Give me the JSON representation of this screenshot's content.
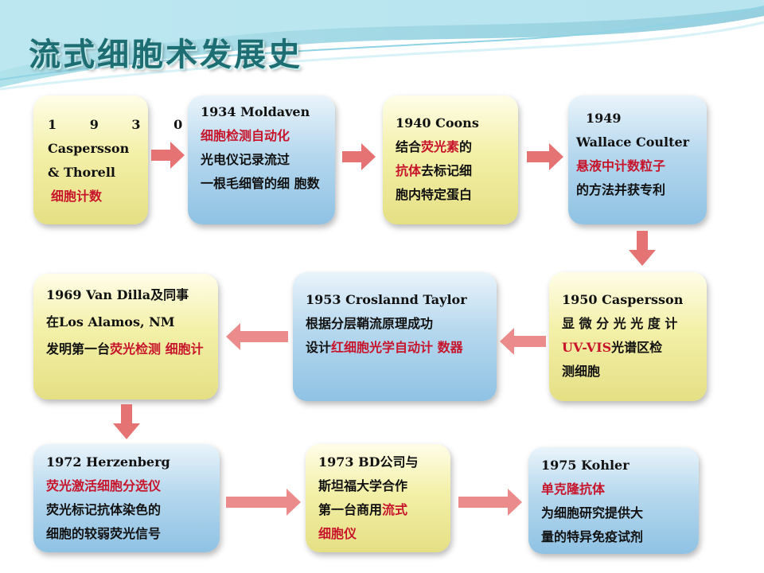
{
  "slide": {
    "title": "流式细胞术发展史"
  },
  "boxes": {
    "b1930": {
      "l1": "1 9 3 0",
      "l2": "Caspersson",
      "l3": "& Thorell",
      "l4_red": "细胞计数"
    },
    "b1934": {
      "l1": "1934  Moldaven",
      "l2_red": "细胞检测自动化",
      "l3": "光电仪记录流过",
      "l4": "一根毛细管的细",
      "l5": "胞数"
    },
    "b1940": {
      "l1": "1940     Coons",
      "l2a": "结合",
      "l2b_red": "荧光素",
      "l2c": "的",
      "l3a_red": "抗体",
      "l3b": "去标记细",
      "l4": "胞内特定蛋白"
    },
    "b1949": {
      "l1": "1949",
      "l2": "Wallace Coulter",
      "l3_red": "悬液中计数粒子",
      "l4": "的方法并获专利"
    },
    "b1950": {
      "l1": "1950  Caspersson",
      "l2": "显 微 分 光 光 度 计",
      "l3a_red": "UV-VIS",
      "l3b": "光谱区检",
      "l4": "测细胞"
    },
    "b1953": {
      "l1": "1953 Croslannd Taylor",
      "l2": "根据分层鞘流原理成功",
      "l3a": "设计",
      "l3b_red": "红细胞光学自动计",
      "l4_red": "数器"
    },
    "b1969": {
      "l1": "1969 Van Dilla及同事",
      "l2": "在Los  Alamos, NM",
      "l3a": "发明第一台",
      "l3b_red": "荧光检测",
      "l4_red": "细胞计"
    },
    "b1972": {
      "l1": "1972     Herzenberg",
      "l2_red": "荧光激活细胞分选仪",
      "l3": "荧光标记抗体染色的",
      "l4": "细胞的较弱荧光信号"
    },
    "b1973": {
      "l1": "1973  BD公司与",
      "l2": "斯坦福大学合作",
      "l3a": "第一台商用",
      "l3b_red": "流式",
      "l4_red": "细胞仪"
    },
    "b1975": {
      "l1": "1975   Kohler",
      "l2_red": "单克隆抗体",
      "l3": "为细胞研究提供大",
      "l4": "量的特异免疫试剂"
    }
  },
  "colors": {
    "title": "#1d6e72",
    "highlight": "#c8142b",
    "yellow_box": "#f3f0a8",
    "blue_box": "#b6d8ee",
    "arrow": "#e25a5a"
  }
}
